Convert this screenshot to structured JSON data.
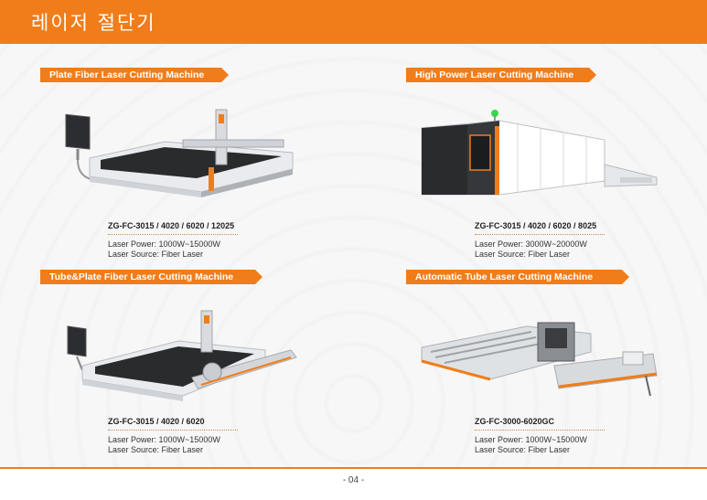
{
  "header": {
    "title": "레이저 절단기"
  },
  "sections": [
    {
      "title": "Plate Fiber Laser Cutting Machine",
      "model": "ZG-FC-3015 / 4020 / 6020 / 12025",
      "laser_power": "Laser Power: 1000W~15000W",
      "laser_source": "Laser Source: Fiber Laser"
    },
    {
      "title": "High Power Laser Cutting Machine",
      "model": "ZG-FC-3015 / 4020 / 6020 / 8025",
      "laser_power": "Laser Power: 3000W~20000W",
      "laser_source": "Laser Source: Fiber Laser"
    },
    {
      "title": "Tube&Plate Fiber Laser Cutting Machine",
      "model": "ZG-FC-3015 / 4020 / 6020",
      "laser_power": "Laser Power: 1000W~15000W",
      "laser_source": "Laser Source: Fiber Laser"
    },
    {
      "title": "Automatic Tube Laser Cutting Machine",
      "model": "ZG-FC-3000-6020GC",
      "laser_power": "Laser Power: 1000W~15000W",
      "laser_source": "Laser Source: Fiber Laser"
    }
  ],
  "footer": {
    "page_number": "- 04 -"
  },
  "colors": {
    "accent": "#f07d1a",
    "dark": "#222222",
    "steel": "#cfd2d6"
  }
}
